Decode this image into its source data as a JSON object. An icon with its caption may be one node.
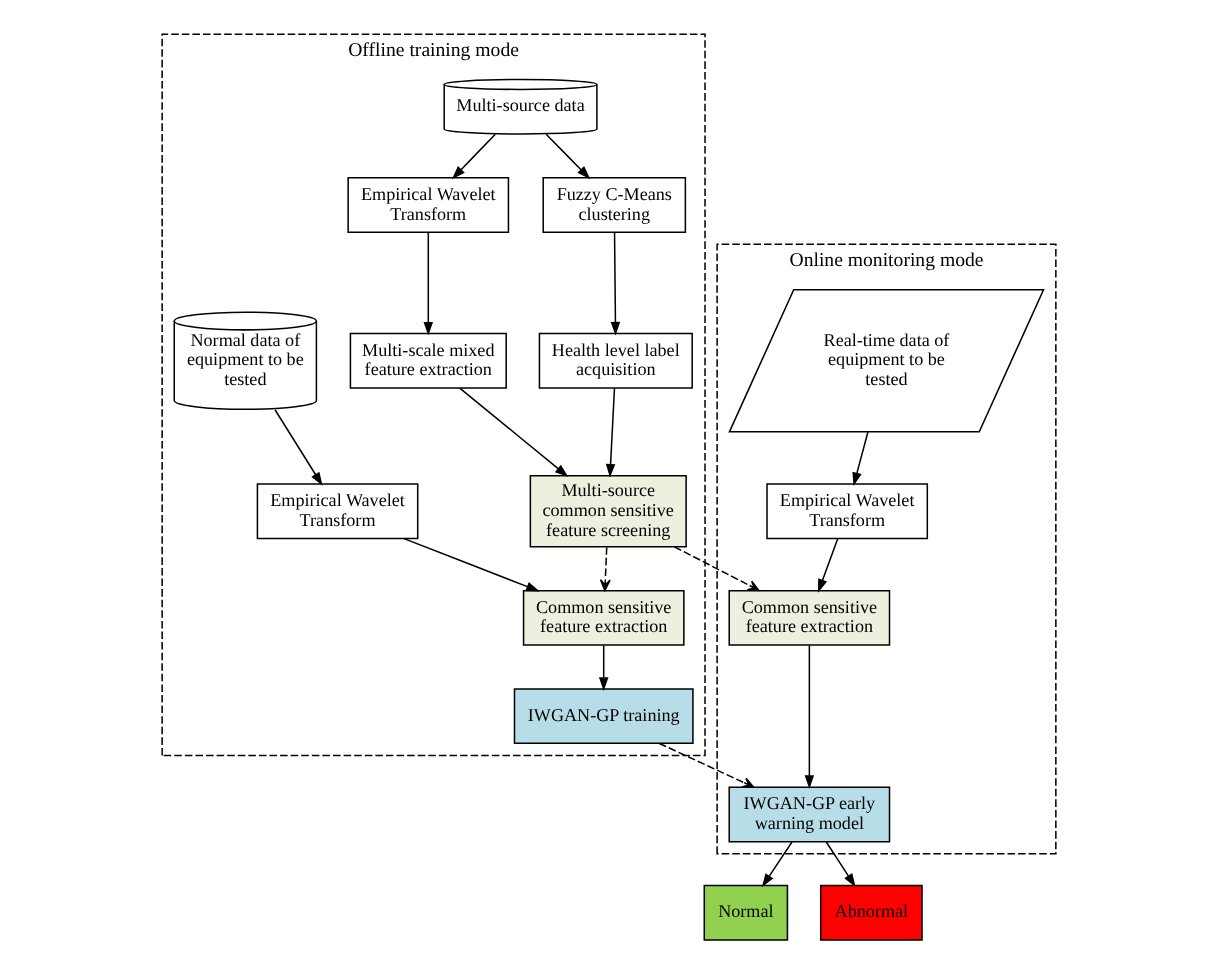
{
  "diagram": {
    "nodes": [
      {
        "text": [
          "Offline training mode"
        ]
      },
      {
        "text": [
          "Multi-source data"
        ],
        "in": 0
      },
      {
        "text": [
          "Empirical Wavelet Transform"
        ],
        "in": 0
      },
      {
        "text": [
          "Fuzzy C-Means clustering"
        ],
        "in": 0
      },
      {
        "text": [
          "Multi-scale mixed feature extraction"
        ],
        "in": 0
      },
      {
        "text": [
          "Health level label acquisition"
        ],
        "in": 0
      },
      {
        "text": [
          "Multi-source common sensitive feature screening"
        ],
        "in": 0
      },
      {
        "text": [
          "Normal data of equipment to be tested"
        ],
        "in": 0
      },
      {
        "text": [
          "Empirical Wavelet Transform"
        ],
        "in": 0
      },
      {
        "text": [
          "Common sensitive feature extraction"
        ],
        "in": 0
      },
      {
        "text": [
          "IWGAN-GP training"
        ],
        "in": 0
      },
      {
        "text": [
          "Online monitoring mode"
        ]
      },
      {
        "text": [
          "Real-time data of equipment to be tested"
        ],
        "in": 11
      },
      {
        "text": [
          "Empirical Wavelet Transform"
        ],
        "in": 11
      },
      {
        "text": [
          "Common sensitive feature extraction"
        ],
        "in": 11
      },
      {
        "text": [
          "IWGAN-GP early warning model"
        ],
        "in": 11
      },
      {
        "text": [
          "Normal"
        ]
      },
      {
        "text": [
          "Abnormal"
        ]
      }
    ],
    "edges": [
      {
        "from": 1,
        "to": 2,
        "arrow": "to"
      },
      {
        "from": 1,
        "to": 3,
        "arrow": "to"
      },
      {
        "from": 2,
        "to": 4,
        "arrow": "to"
      },
      {
        "from": 3,
        "to": 5,
        "arrow": "to"
      },
      {
        "from": 4,
        "to": 6,
        "arrow": "to"
      },
      {
        "from": 5,
        "to": 6,
        "arrow": "to"
      },
      {
        "from": 7,
        "to": 8,
        "arrow": "to"
      },
      {
        "from": 8,
        "to": 9,
        "arrow": "to"
      },
      {
        "from": 9,
        "to": 10,
        "arrow": "to"
      },
      {
        "from": 6,
        "to": 9,
        "arrow": "to",
        "style": "dashed"
      },
      {
        "from": 6,
        "to": 14,
        "arrow": "to",
        "style": "dashed"
      },
      {
        "from": 10,
        "to": 15,
        "arrow": "to",
        "style": "dashed"
      },
      {
        "from": 12,
        "to": 13,
        "arrow": "to"
      },
      {
        "from": 13,
        "to": 14,
        "arrow": "to"
      },
      {
        "from": 14,
        "to": 15,
        "arrow": "to"
      },
      {
        "from": 15,
        "to": 16,
        "arrow": "to"
      },
      {
        "from": 15,
        "to": 17,
        "arrow": "to"
      }
    ]
  }
}
